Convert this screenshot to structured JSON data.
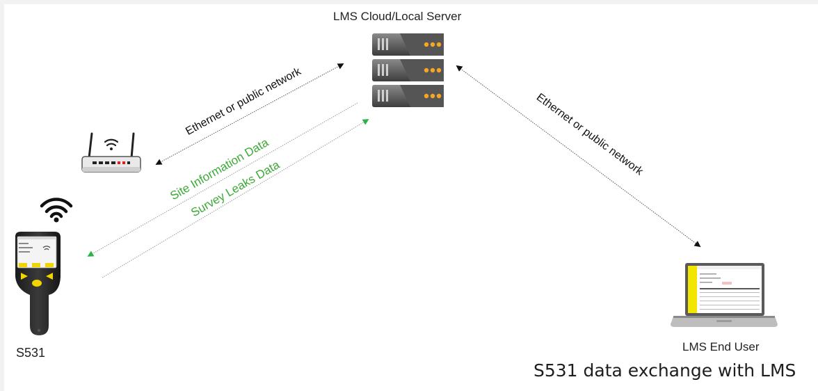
{
  "diagram": {
    "server_label": "LMS Cloud/Local Server",
    "device_label": "S531",
    "end_user_label": "LMS End User",
    "caption": "S531 data exchange with LMS",
    "link_router_server": "Ethernet or public network",
    "link_server_enduser": "Ethernet or public network",
    "flow_site_info": "Site Information Data",
    "flow_survey_leaks": "Survey Leaks Data"
  },
  "colors": {
    "flow_text": "#3aaa35",
    "flow_arrow": "#2db34a",
    "network_arrow": "#111111",
    "device_yellow": "#f2d500",
    "server_led": "#f5a623"
  },
  "icons": [
    "server-icon",
    "router-icon",
    "wifi-icon",
    "leak-detector-device-icon",
    "laptop-icon"
  ]
}
